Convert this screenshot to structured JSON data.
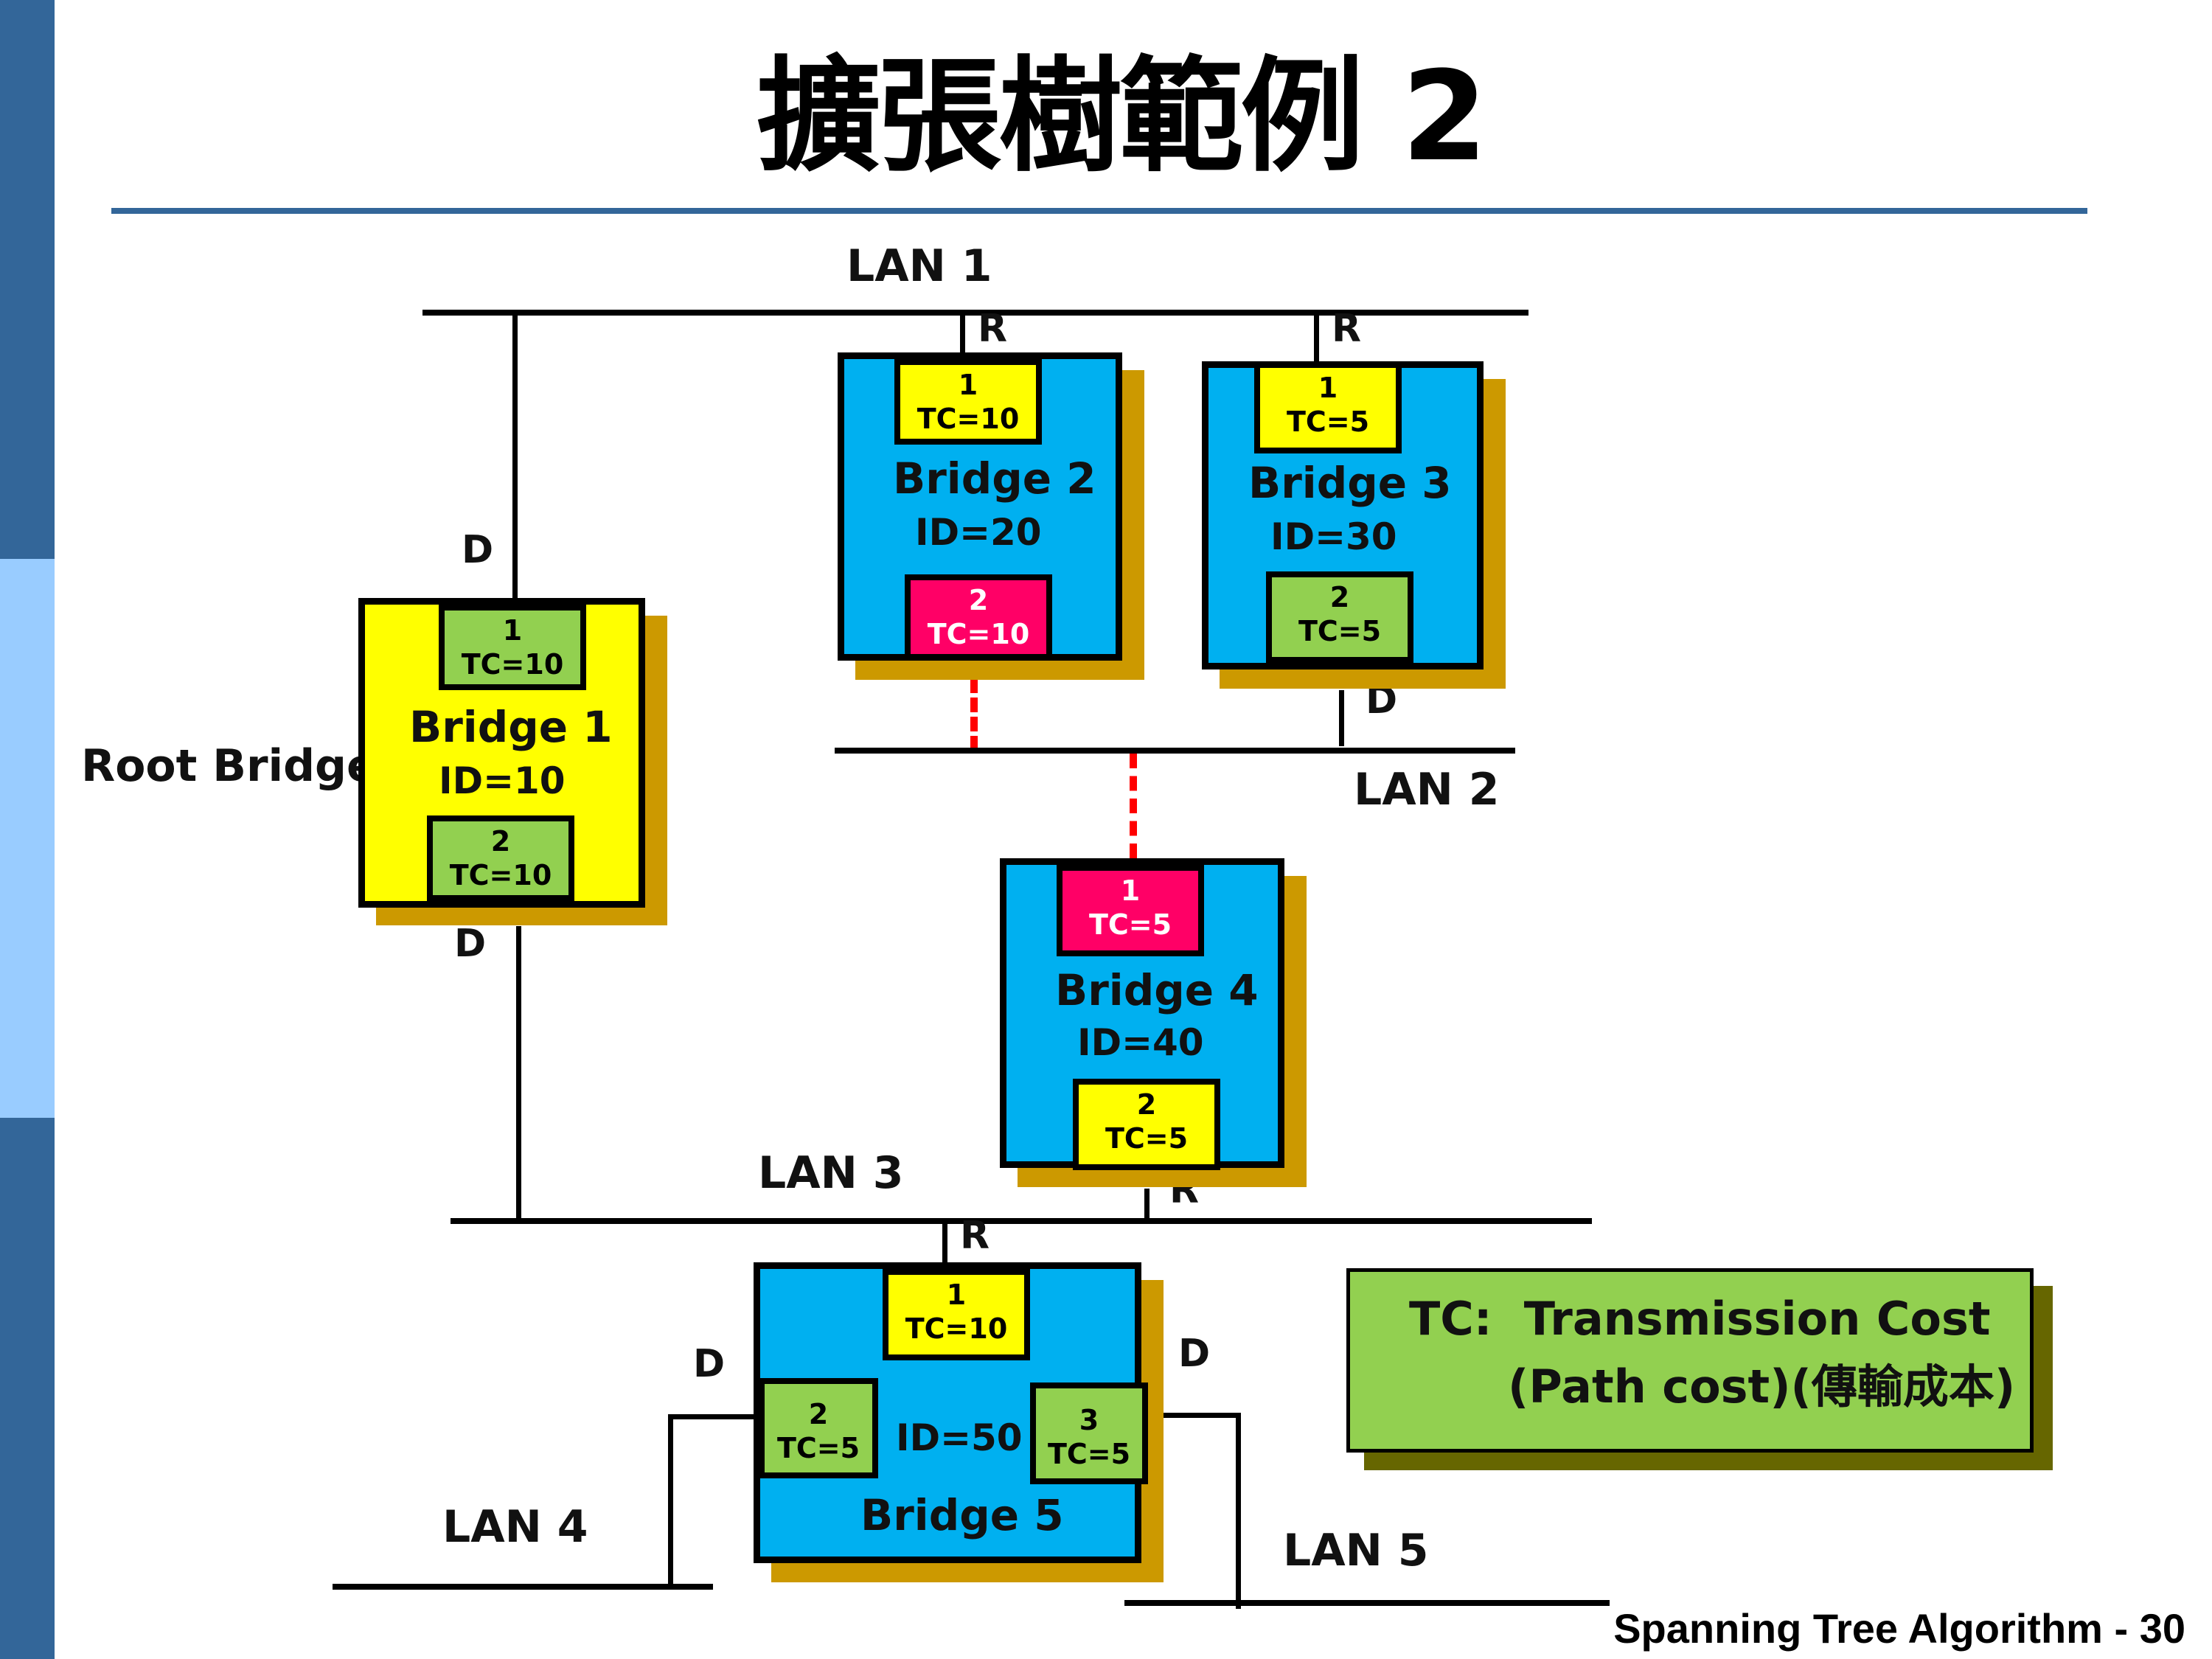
{
  "slide": {
    "title": "擴張樹範例 2",
    "footer": "Spanning Tree Algorithm - 30",
    "colors": {
      "sidebar_dark": "#336699",
      "sidebar_light": "#99ccff",
      "rule": "#336699",
      "root_bridge_fill": "#ffff00",
      "bridge_fill": "#00b0f0",
      "port_root": "#ffff00",
      "port_designated": "#92d050",
      "port_blocked": "#ff0066",
      "shadow": "#cc9900",
      "blocked_link": "#ff0000",
      "legend_fill": "#92d050",
      "legend_shadow": "#666600"
    }
  },
  "lans": {
    "lan1": "LAN 1",
    "lan2": "LAN 2",
    "lan3": "LAN 3",
    "lan4": "LAN 4",
    "lan5": "LAN 5"
  },
  "port_roles": {
    "root": "R",
    "designated": "D"
  },
  "root_bridge_label": "Root Bridge",
  "bridges": {
    "b1": {
      "name": "Bridge 1",
      "id": "ID=10",
      "ports": [
        {
          "num": "1",
          "tc": "TC=10",
          "role": "designated"
        },
        {
          "num": "2",
          "tc": "TC=10",
          "role": "designated"
        }
      ]
    },
    "b2": {
      "name": "Bridge 2",
      "id": "ID=20",
      "ports": [
        {
          "num": "1",
          "tc": "TC=10",
          "role": "root"
        },
        {
          "num": "2",
          "tc": "TC=10",
          "role": "blocked"
        }
      ]
    },
    "b3": {
      "name": "Bridge 3",
      "id": "ID=30",
      "ports": [
        {
          "num": "1",
          "tc": "TC=5",
          "role": "root"
        },
        {
          "num": "2",
          "tc": "TC=5",
          "role": "designated"
        }
      ]
    },
    "b4": {
      "name": "Bridge 4",
      "id": "ID=40",
      "ports": [
        {
          "num": "1",
          "tc": "TC=5",
          "role": "blocked"
        },
        {
          "num": "2",
          "tc": "TC=5",
          "role": "root"
        }
      ]
    },
    "b5": {
      "name": "Bridge 5",
      "id": "ID=50",
      "ports": [
        {
          "num": "1",
          "tc": "TC=10",
          "role": "root"
        },
        {
          "num": "2",
          "tc": "TC=5",
          "role": "designated"
        },
        {
          "num": "3",
          "tc": "TC=5",
          "role": "designated"
        }
      ]
    }
  },
  "legend": {
    "line1": "TC:  Transmission Cost",
    "line2": "(Path cost)(傳輸成本)"
  }
}
